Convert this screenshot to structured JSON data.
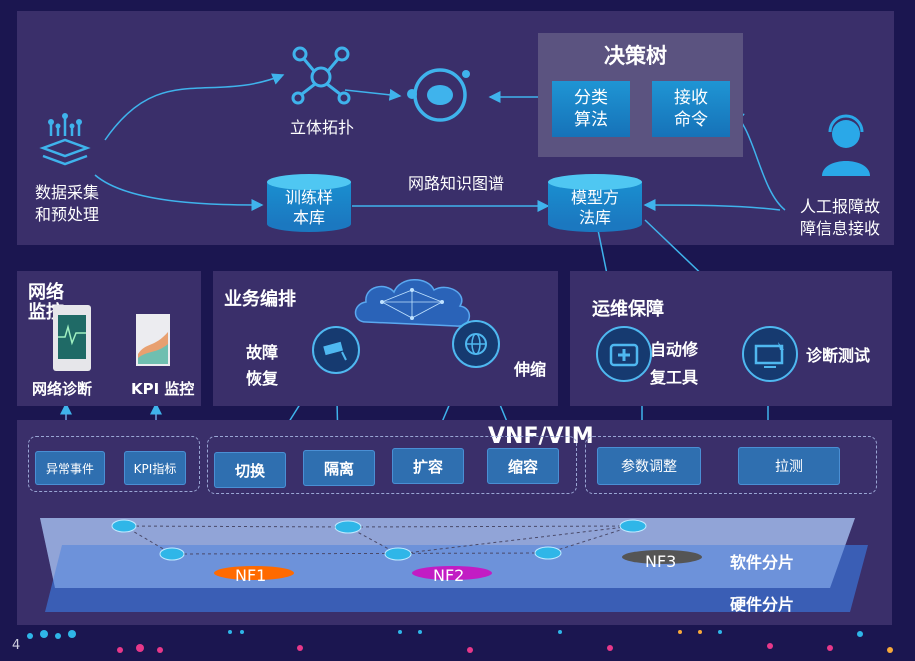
{
  "colors": {
    "background": "#1b1650",
    "panel": "#3a2f6a",
    "accent": "#2aa8e8",
    "button": "#2f6fb0",
    "nf1": "#ff6a00",
    "nf2": "#c21cc4",
    "nf3": "#555555",
    "software_layer": "#8fb6e8",
    "hardware_layer": "#3b6fcf"
  },
  "top": {
    "data_collect": "数据采集\n和预处理",
    "topology": "立体拓扑",
    "knowledge_graph": "网路知识图谱",
    "decision_tree": {
      "title": "决策树",
      "classify": "分类\n算法",
      "receive_cmd": "接收\n命令"
    },
    "training_db": "训练样\n本库",
    "model_db": "模型方\n法库",
    "manual_report": "人工报障故\n障信息接收"
  },
  "network_monitor": {
    "title": "网络\n监控",
    "diagnosis": "网络诊断",
    "kpi_monitor": "KPI 监控"
  },
  "orchestration": {
    "title": "业务编排",
    "fault_recovery": "故障\n恢复",
    "scaling": "伸缩"
  },
  "ops": {
    "title": "运维保障",
    "auto_repair": "自动修\n复工具",
    "diag_test": "诊断测试"
  },
  "vnf": {
    "title": "VNF/VIM",
    "abnormal_event": "异常事件",
    "kpi_indicator": "KPI指标",
    "switch": "切换",
    "isolate": "隔离",
    "expand": "扩容",
    "shrink": "缩容",
    "param_adjust": "参数调整",
    "dial_test": "拉测",
    "nf1": "NF1",
    "nf2": "NF2",
    "nf3": "NF3",
    "software_slice": "软件分片",
    "hardware_slice": "硬件分片"
  },
  "page_number": "4"
}
